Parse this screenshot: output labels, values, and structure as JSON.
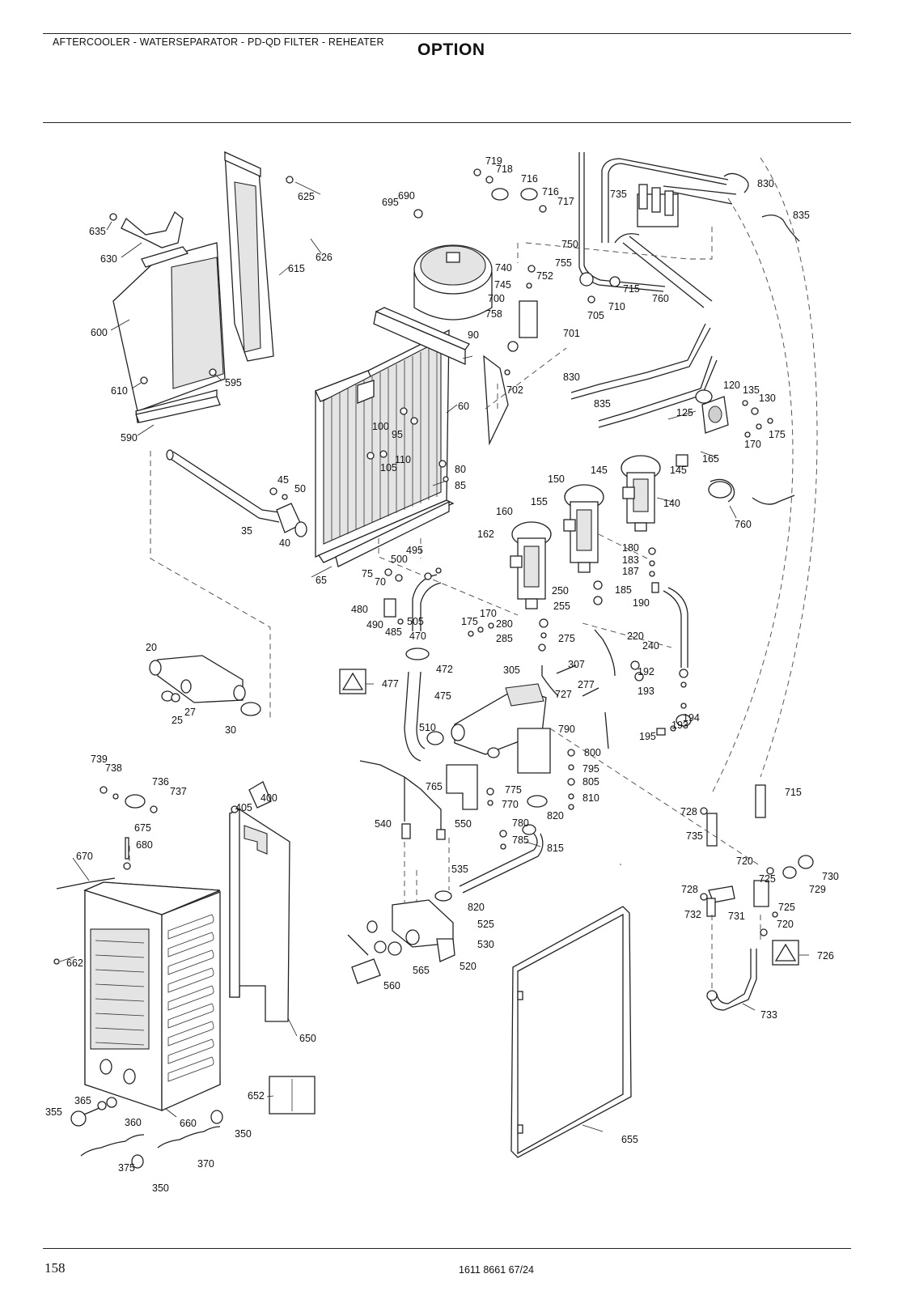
{
  "header": {
    "title": "AFTERCOOLER - WATERSEPARATOR - PD-QD FILTER - REHEATER",
    "option": "OPTION"
  },
  "footer": {
    "page_number": "158",
    "document_number": "1611 8661 67/24"
  },
  "callouts": [
    "719",
    "718",
    "716",
    "716",
    "717",
    "690",
    "695",
    "735",
    "830",
    "835",
    "625",
    "626",
    "635",
    "630",
    "615",
    "600",
    "610",
    "595",
    "590",
    "750",
    "755",
    "740",
    "752",
    "745",
    "700",
    "715",
    "760",
    "710",
    "705",
    "758",
    "701",
    "90",
    "702",
    "830",
    "835",
    "60",
    "100",
    "95",
    "110",
    "105",
    "80",
    "85",
    "45",
    "50",
    "35",
    "40",
    "65",
    "120",
    "135",
    "130",
    "125",
    "175",
    "170",
    "165",
    "145",
    "145",
    "150",
    "140",
    "155",
    "160",
    "162",
    "760",
    "180",
    "183",
    "187",
    "185",
    "190",
    "495",
    "500",
    "75",
    "70",
    "480",
    "490",
    "485",
    "505",
    "470",
    "175",
    "170",
    "250",
    "255",
    "280",
    "285",
    "275",
    "220",
    "240",
    "192",
    "193",
    "194",
    "193",
    "195",
    "20",
    "25",
    "27",
    "30",
    "477",
    "472",
    "475",
    "307",
    "305",
    "727",
    "277",
    "790",
    "800",
    "795",
    "805",
    "810",
    "510",
    "765",
    "775",
    "770",
    "780",
    "785",
    "820",
    "815",
    "739",
    "738",
    "736",
    "737",
    "405",
    "400",
    "675",
    "680",
    "670",
    "540",
    "550",
    "535",
    "820",
    "525",
    "530",
    "520",
    "560",
    "565",
    "728",
    "715",
    "735",
    "720",
    "730",
    "725",
    "729",
    "728",
    "725",
    "732",
    "731",
    "720",
    "726",
    "733",
    "662",
    "650",
    "660",
    "652",
    "655",
    "365",
    "355",
    "360",
    "350",
    "375",
    "370",
    "350"
  ]
}
